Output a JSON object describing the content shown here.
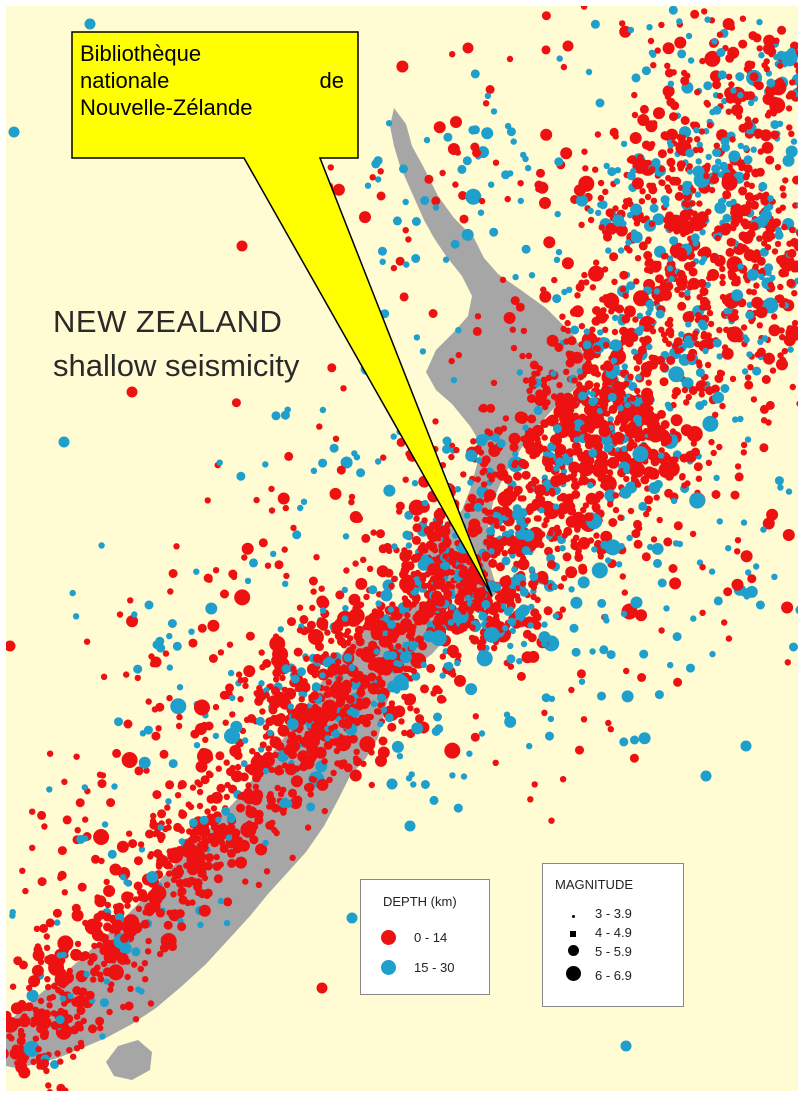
{
  "title": {
    "line1": "NEW ZEALAND",
    "line2": "shallow seismicity"
  },
  "callout": {
    "line1": "Bibliothèque",
    "line2": "nationale de",
    "line3": "Nouvelle-Zélande"
  },
  "depth_legend": {
    "title": "DEPTH (km)",
    "items": [
      {
        "label": "0 - 14",
        "color": "#ee1111"
      },
      {
        "label": "15 - 30",
        "color": "#1e9fcc"
      }
    ]
  },
  "magnitude_legend": {
    "title": "MAGNITUDE",
    "items": [
      {
        "label": "3 - 3.9"
      },
      {
        "label": "4 - 4.9"
      },
      {
        "label": "5 - 5.9"
      },
      {
        "label": "6 - 6.9"
      }
    ]
  },
  "colors": {
    "sea": "#fffbd2",
    "land": "#a6a6a6",
    "shallow": "#ee1111",
    "deeper": "#1e9fcc",
    "callout_fill": "#ffff00"
  }
}
